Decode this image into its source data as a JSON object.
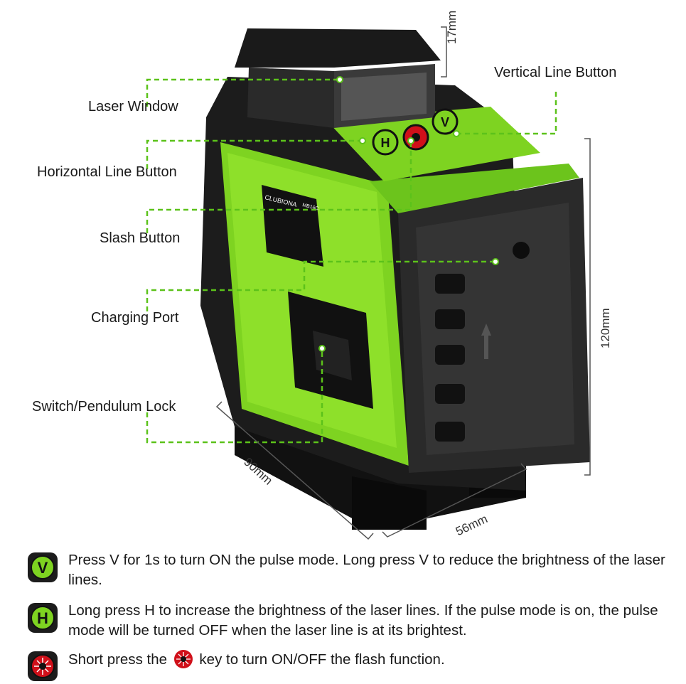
{
  "callouts": {
    "laser_window": "Laser Window",
    "horizontal_line_button": "Horizontal Line Button",
    "slash_button": "Slash Button",
    "charging_port": "Charging Port",
    "switch_pendulum_lock": "Switch/Pendulum Lock",
    "vertical_line_button": "Vertical Line Button"
  },
  "dimensions": {
    "top": "17mm",
    "height": "120mm",
    "depth": "90mm",
    "width": "56mm"
  },
  "device": {
    "brand": "CLUBIONA",
    "model": "MB16C",
    "key_h": "H",
    "key_v": "V"
  },
  "instructions": {
    "v_key_label": "V",
    "v_text": "Press V for 1s to turn ON the pulse mode. Long press V to reduce the brightness of the laser lines.",
    "h_key_label": "H",
    "h_text": "Long press H to increase the brightness of the laser lines. If the pulse mode is on, the pulse mode will be turned OFF when the laser line is at its brightest.",
    "flash_text_before": "Short press the",
    "flash_text_after": "key to turn ON/OFF the flash function."
  },
  "colors": {
    "accent_green": "#7ed321",
    "leader_green": "#5cc21a",
    "body_black": "#1c1c1c",
    "flash_red": "#d0101a"
  }
}
